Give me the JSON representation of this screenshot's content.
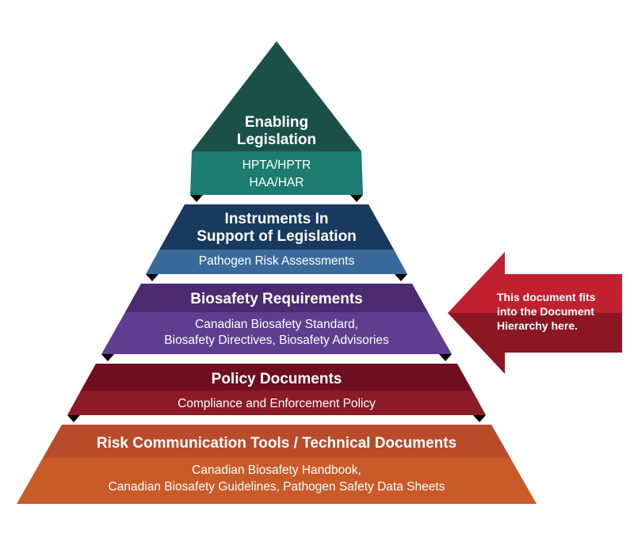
{
  "tiers": [
    {
      "title_lines": [
        "Enabling",
        "Legislation"
      ],
      "sub_lines": [
        "HPTA/HPTR",
        "HAA/HAR"
      ],
      "dark": "#1b5049",
      "light": "#1c7c6f"
    },
    {
      "title_lines": [
        "Instruments In",
        "Support of Legislation"
      ],
      "sub_lines": [
        "Pathogen Risk Assessments"
      ],
      "dark": "#183a5e",
      "light": "#3a6a9b"
    },
    {
      "title_lines": [
        "Biosafety Requirements"
      ],
      "sub_lines": [
        "Canadian Biosafety Standard,",
        "Biosafety Directives, Biosafety Advisories"
      ],
      "dark": "#4b2a6f",
      "light": "#5f3d8f"
    },
    {
      "title_lines": [
        "Policy Documents"
      ],
      "sub_lines": [
        "Compliance and Enforcement Policy"
      ],
      "dark": "#6e0f1f",
      "light": "#8c1a27"
    },
    {
      "title_lines": [
        "Risk Communication Tools / Technical Documents"
      ],
      "sub_lines": [
        "Canadian Biosafety Handbook,",
        "Canadian Biosafety Guidelines, Pathogen Safety Data Sheets"
      ],
      "dark": "#b94b2b",
      "light": "#c95b29"
    }
  ],
  "callout": {
    "lines": [
      "This document fits",
      "into the Document",
      "Hierarchy here."
    ],
    "top_color": "#c1202f",
    "bottom_color": "#8b1723"
  }
}
